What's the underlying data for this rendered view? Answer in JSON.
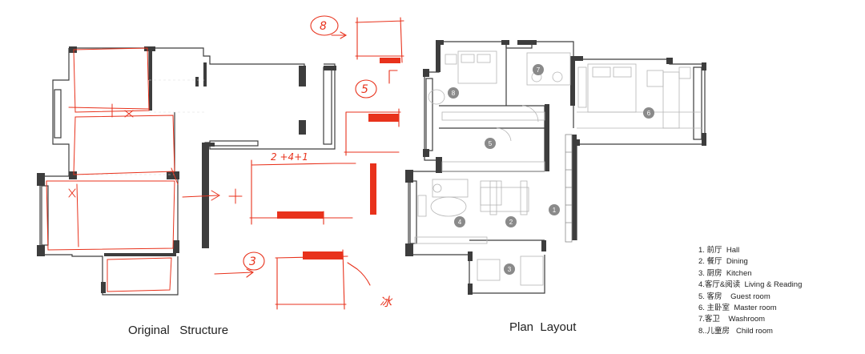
{
  "captions": {
    "original": "Original   Structure",
    "plan": "Plan  Layout"
  },
  "annotations": {
    "n8": "8",
    "n5": "5",
    "n3": "3",
    "formula": "2 +4+1",
    "scribble": "冰"
  },
  "room_markers": [
    "1",
    "2",
    "3",
    "4",
    "5",
    "6",
    "7",
    "8"
  ],
  "legend": [
    "1. 前厅  Hall",
    "2. 餐厅  Dining",
    "3. 厨房  Kitchen",
    "4.客厅&阅读  Living & Reading",
    "5. 客房    Guest room",
    "6. 主卧室  Master room",
    "7.客卫    Washroom",
    "8..儿童房   Child room"
  ],
  "colors": {
    "wall": "#3d3d3d",
    "sketch_red": "#e8321c",
    "marker_gray": "#8a8a8a",
    "furniture_line": "#b5b5b5"
  }
}
